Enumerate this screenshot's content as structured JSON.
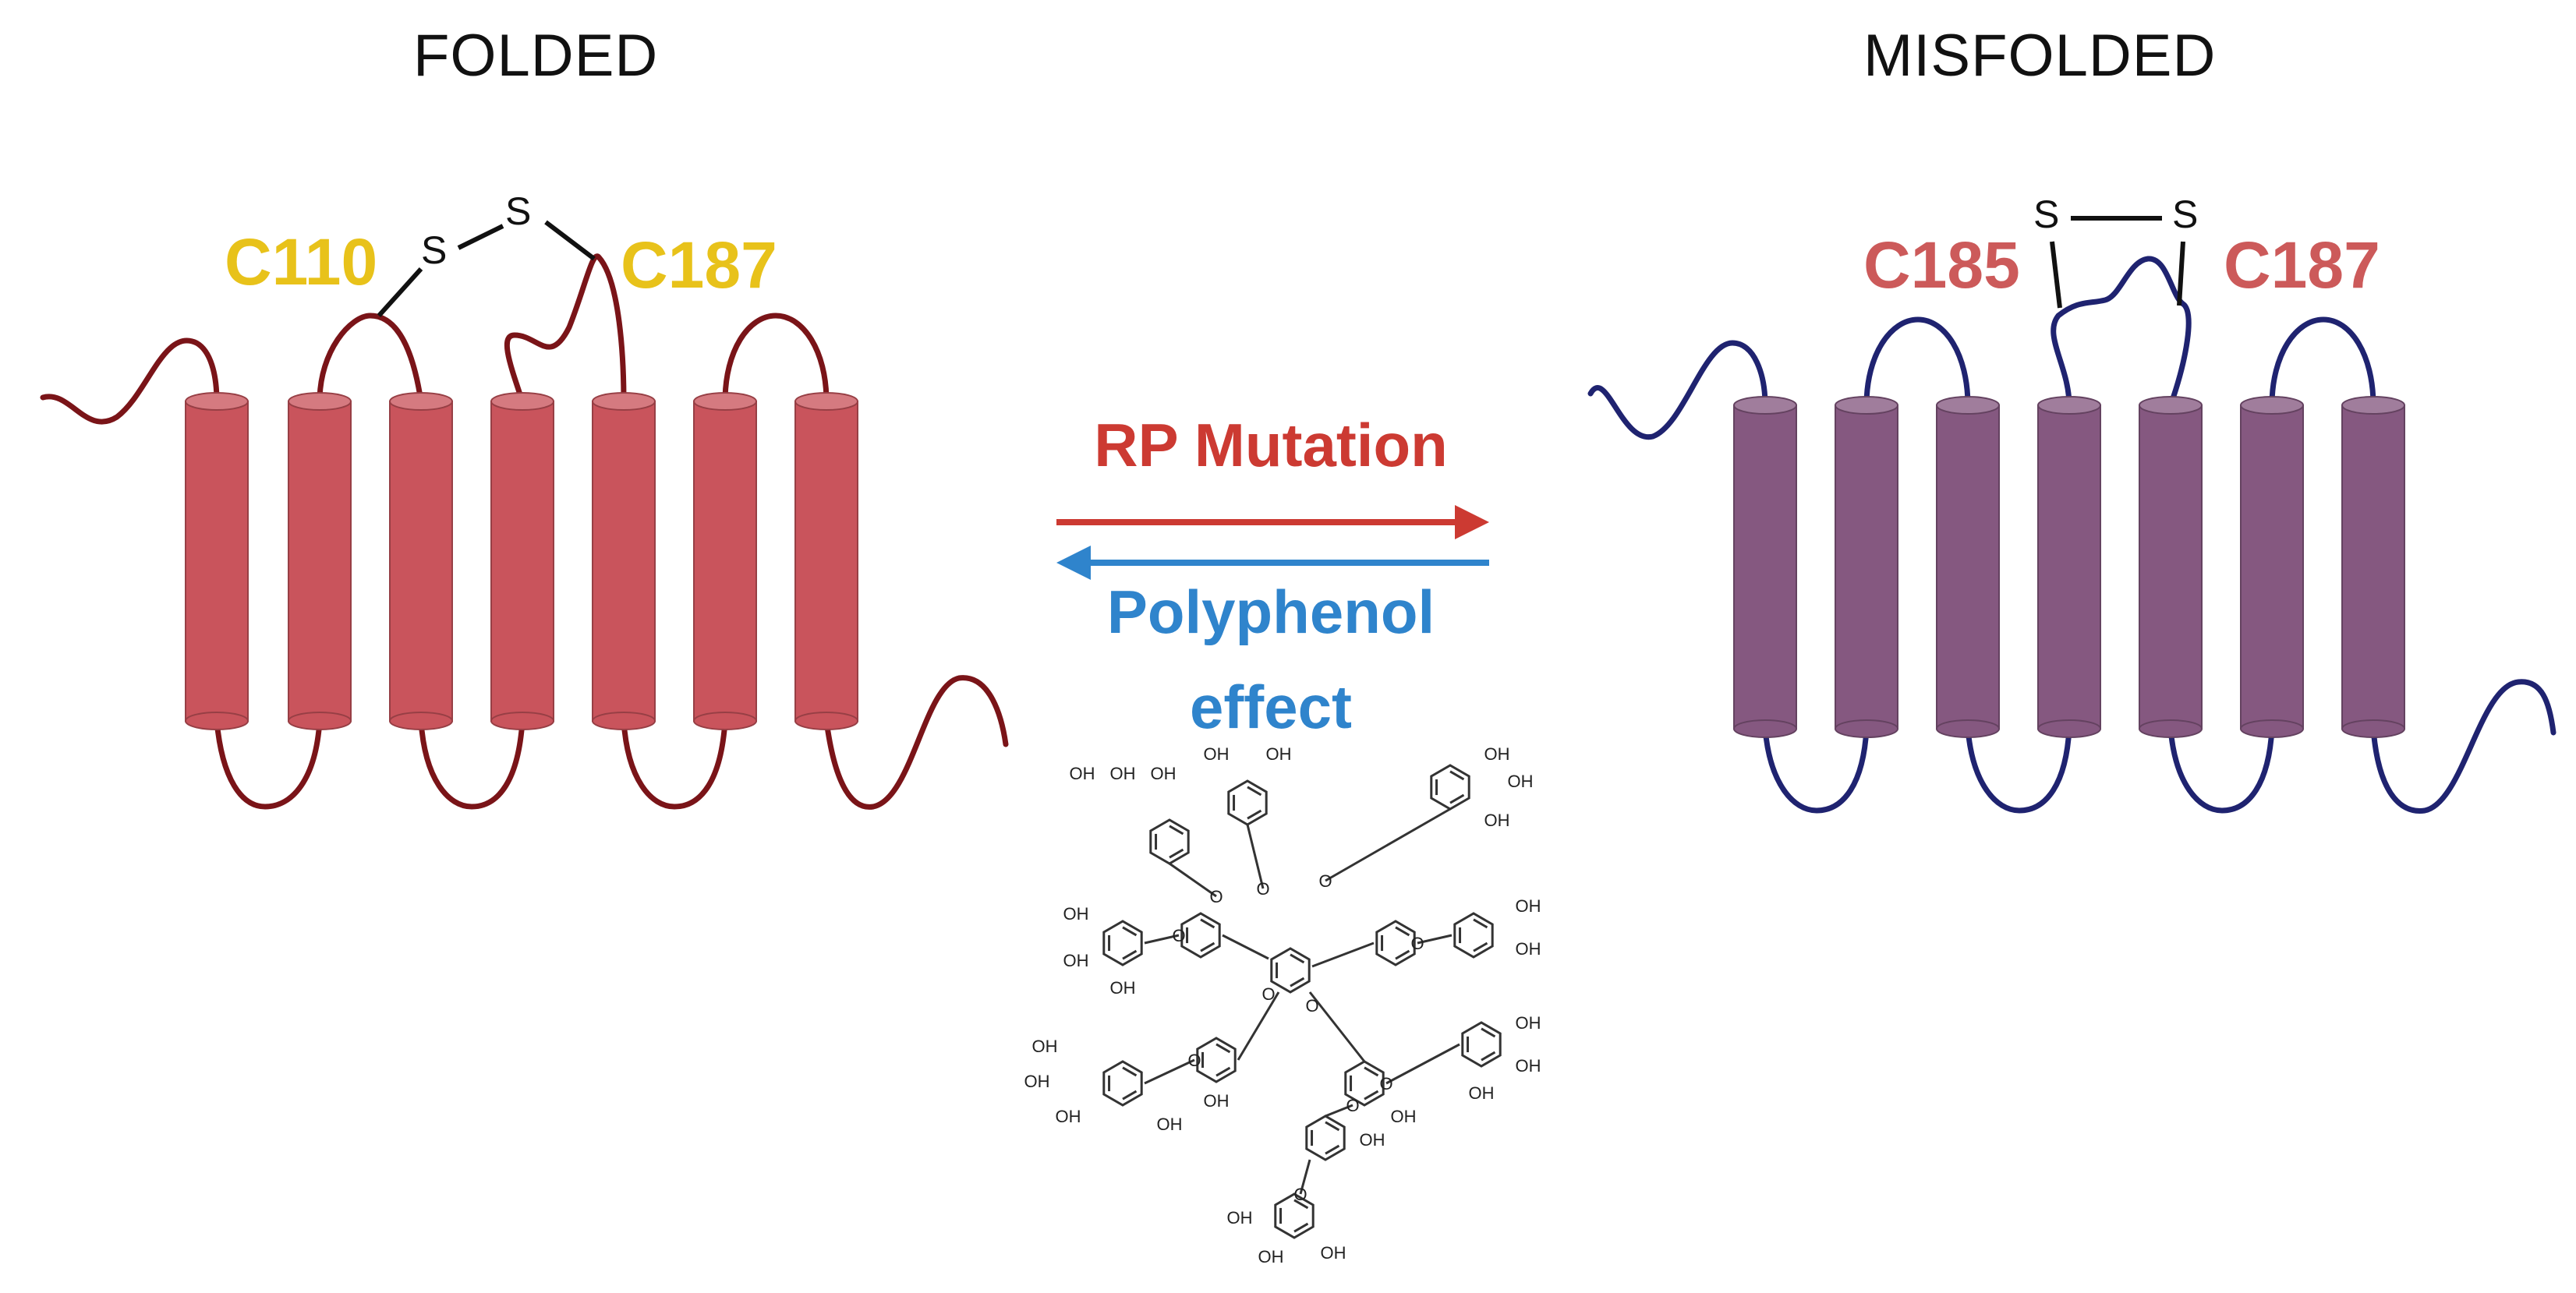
{
  "diagram": {
    "folded": {
      "title": "FOLDED",
      "residue_left": "C110",
      "residue_right": "C187",
      "disulfide_atoms": [
        "S",
        "S"
      ],
      "helix_color": "#c9545c",
      "loop_color": "#7a1418",
      "label_color": "#e8c21a",
      "helix_count": 7
    },
    "misfolded": {
      "title": "MISFOLDED",
      "residue_left": "C185",
      "residue_right": "C187",
      "disulfide_atoms": [
        "S",
        "S"
      ],
      "helix_color": "#855880",
      "loop_color": "#1f2370",
      "label_color": "#cc5a5a",
      "helix_count": 7
    },
    "forward_arrow": {
      "label": "RP Mutation",
      "color": "#cc3a32"
    },
    "reverse_arrow": {
      "label_line1": "Polyphenol",
      "label_line2": "effect",
      "color": "#2f84cc"
    },
    "molecule_name": "polyphenol-structure"
  }
}
